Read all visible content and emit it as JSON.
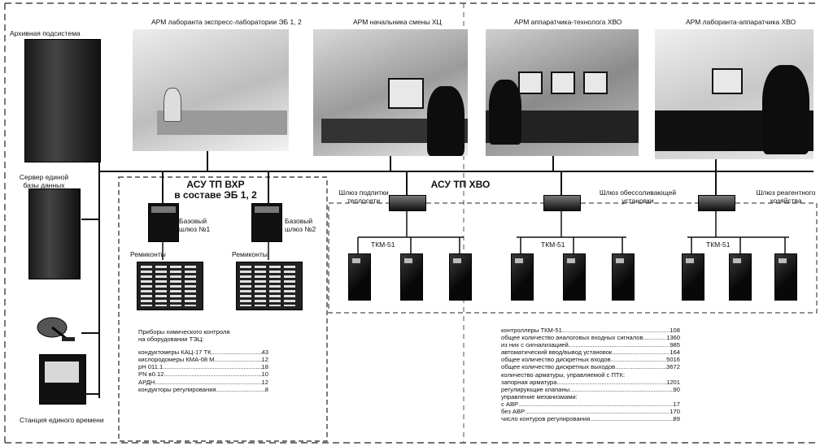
{
  "titles": {
    "asu_vxr_line1": "АСУ ТП ВХР",
    "asu_vxr_line2": "в составе  ЭБ 1, 2",
    "asu_hvo": "АСУ ТП ХВО"
  },
  "arm_headers": [
    "АРМ лаборанта экспресс-лаборатории ЭБ 1, 2",
    "АРМ начальника смены ХЦ",
    "АРМ аппаратчика-технолога ХВО",
    "АРМ лаборанта-аппаратчика ХВО"
  ],
  "left_labels": {
    "archive": "Архивная подсистема",
    "server_line1": "Сервер единой",
    "server_line2": "базы данных",
    "time_station": "Станция единого времени"
  },
  "vxr": {
    "gateway1_line1": "Базовый",
    "gateway1_line2": "шлюз №1",
    "gateway2_line1": "Базовый",
    "gateway2_line2": "шлюз №2",
    "remkonty1": "Ремиконты",
    "remkonty2": "Ремиконты"
  },
  "hvo": {
    "gw_left_line1": "Шлюз подпитки",
    "gw_left_line2": "теплосети",
    "gw_mid_line1": "Шлюз обессоливающей",
    "gw_mid_line2": "установки",
    "gw_right_line1": "Шлюз реагентного",
    "gw_right_line2": "хозяйства",
    "tkm1": "ТКМ-51",
    "tkm2": "ТКМ-51",
    "tkm3": "ТКМ-51"
  },
  "chem_list": {
    "heading_line1": "Приборы химического контроля",
    "heading_line2": "на оборудовании ТЭЦ:",
    "items": [
      {
        "label": "кондуктомеры КАЦ-17 ТК",
        "value": "43"
      },
      {
        "label": "кислородомеры КМА-08 М",
        "value": "12"
      },
      {
        "label": "pH 011.1",
        "value": "18"
      },
      {
        "label": "PN в0.12",
        "value": "10"
      },
      {
        "label": "АРДН",
        "value": "12"
      },
      {
        "label": "кондукторы регулирования",
        "value": "8"
      }
    ]
  },
  "hvo_list": {
    "items": [
      {
        "label": "контроллеры ТКМ-51",
        "value": "108"
      },
      {
        "label": "общее количество аналоговых входных сигналов",
        "value": "1360"
      },
      {
        "label": "из них с сигнализацией",
        "value": "985"
      },
      {
        "label": "автоматический ввод/вывод установок",
        "value": "164"
      },
      {
        "label": "общее количество дискретных входов",
        "value": "5016"
      },
      {
        "label": "общее количество дискретных выходов",
        "value": "3672"
      },
      {
        "label": "количество арматуры, управляемой с ПТК:",
        "value": ""
      },
      {
        "label": "запорная арматура",
        "value": "1201"
      },
      {
        "label": "регулирующие клапаны",
        "value": "90"
      },
      {
        "label": "управление механизмами:",
        "value": ""
      },
      {
        "label": "с АВР",
        "value": "17"
      },
      {
        "label": "без АВР",
        "value": "170"
      },
      {
        "label": "число контуров регулирования",
        "value": "89"
      }
    ]
  }
}
